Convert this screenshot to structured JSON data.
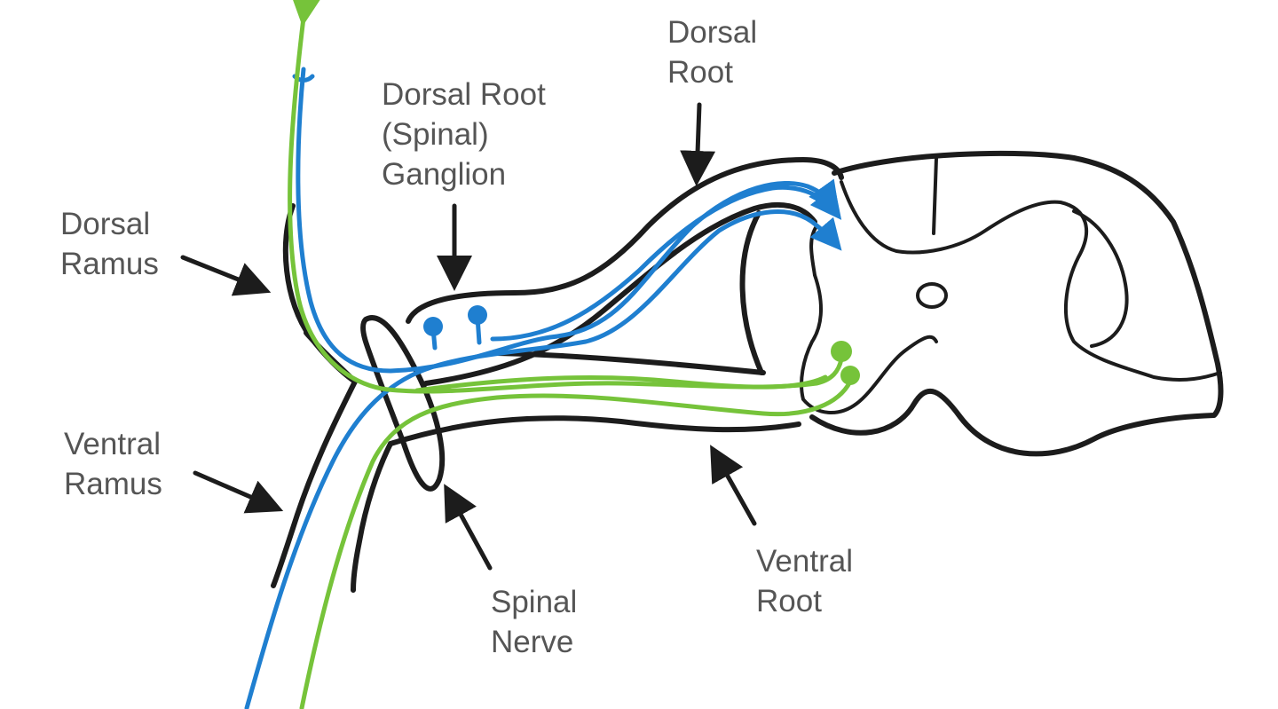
{
  "colors": {
    "outline": "#1c1c1c",
    "sensory_fiber": "#1f7fd0",
    "motor_fiber": "#76c33a",
    "label_text": "#555555"
  },
  "labels": {
    "dorsal_root": "Dorsal\nRoot",
    "dorsal_root_ganglion": "Dorsal Root\n(Spinal)\nGanglion",
    "dorsal_ramus": "Dorsal\nRamus",
    "ventral_ramus": "Ventral\nRamus",
    "spinal_nerve": "Spinal\nNerve",
    "ventral_root": "Ventral\nRoot"
  }
}
